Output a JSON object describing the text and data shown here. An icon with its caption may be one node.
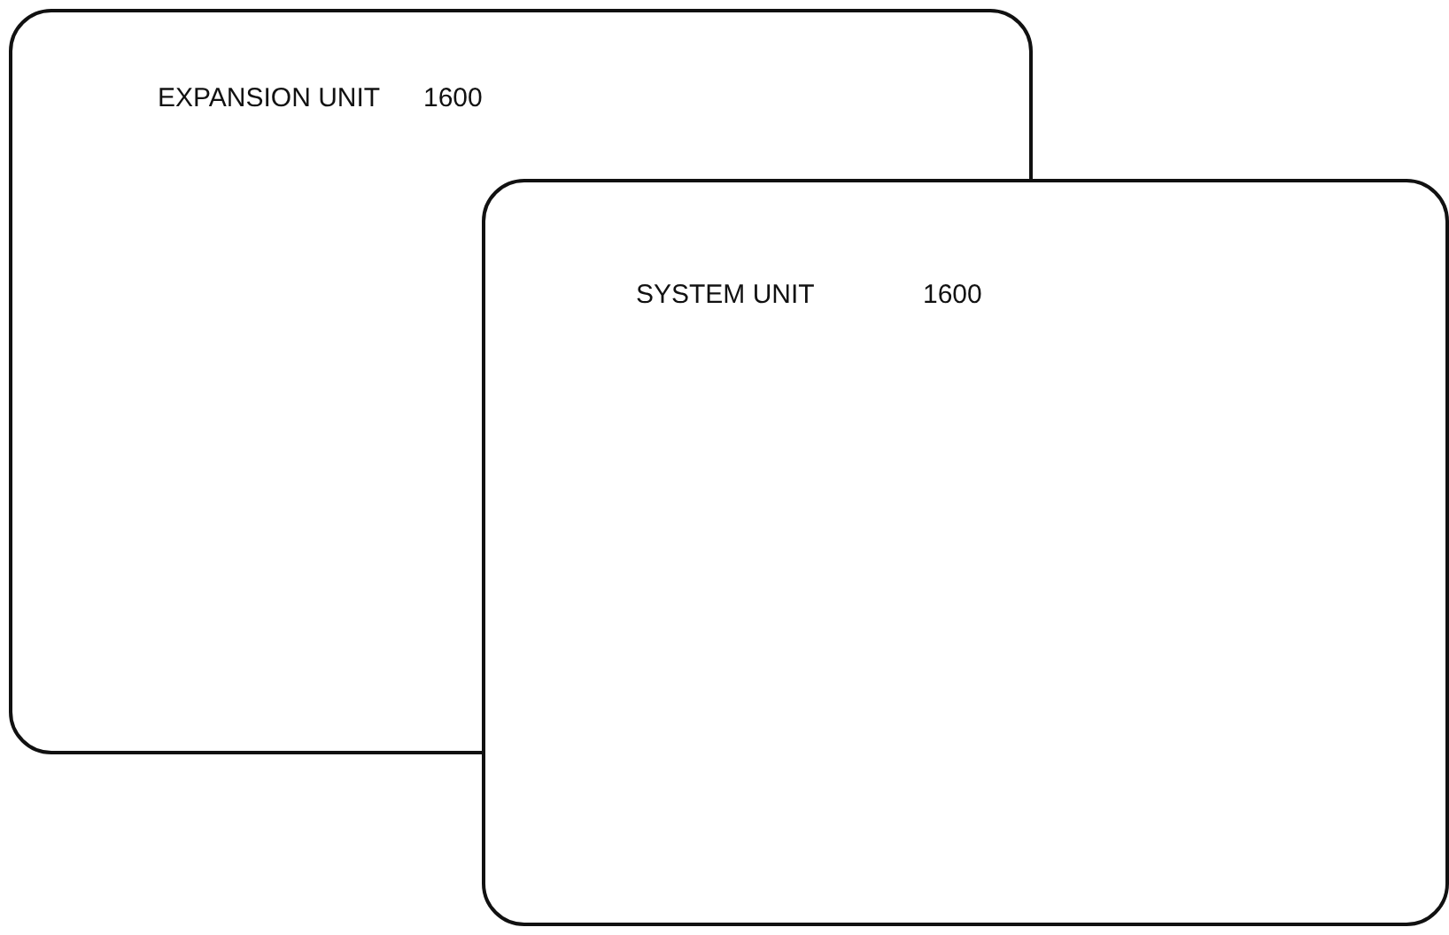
{
  "diagram": {
    "nodes": [
      {
        "text": [
          "EXPANSION UNIT",
          "1600"
        ]
      },
      {
        "text": [
          "SYSTEM UNIT",
          "1600"
        ]
      }
    ]
  }
}
